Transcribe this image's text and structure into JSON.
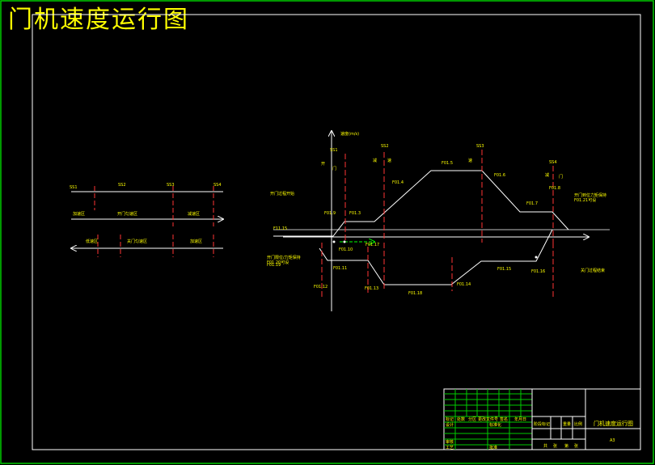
{
  "title": "门机速度运行图",
  "colors": {
    "background": "#000000",
    "border_outer": "#00cc00",
    "border_inner": "#ffffff",
    "text": "#ffff00",
    "dashed": "#ff3333",
    "arrow": "#00ff00"
  },
  "left_diagram": {
    "top_labels": [
      "SS1",
      "SS2",
      "SS3",
      "SS4"
    ],
    "open_labels": [
      "加速区",
      "开门匀速区",
      "减速区"
    ],
    "close_labels": [
      "低速区",
      "关门匀速区",
      "加速区"
    ]
  },
  "main_diagram": {
    "y_axis_label": "速度(m/s)",
    "labels": {
      "ss1": "SS1",
      "ss2": "SS2",
      "ss3": "SS3",
      "ss4": "SS4",
      "kai": "开",
      "men": "门",
      "men2": "门",
      "jian": "减",
      "su": "速",
      "p_left": "F11.15",
      "p01": "F01.9",
      "p02": "F01.3",
      "p03": "F01.4",
      "p04": "F01.5",
      "p05": "F01.6",
      "p06": "F01.7",
      "p07": "F01.8",
      "p08": "F01.10",
      "p09": "F01.11",
      "p10": "F01.12",
      "p11": "F01.13",
      "p12": "F01.14",
      "p13": "F01.15",
      "p14": "F01.16",
      "p15": "F01.17",
      "p_mid": "F01.18",
      "p_low": "F01.19",
      "note_open_start": "开门过程开始",
      "note_close_l1": "开门限位/力矩保持",
      "note_close_l2": "F01.20可设",
      "note_open_end_l1": "开门到位力矩保持",
      "note_open_end_l2": "F01.21可设",
      "note_close_end": "关门过程结束"
    }
  },
  "title_block": {
    "change_row": [
      "标记",
      "处数",
      "分区",
      "更改文件号",
      "签名",
      "年月日"
    ],
    "design": "设计",
    "standardized": "标准化",
    "review": "审核",
    "process": "工艺",
    "approve": "批准",
    "stage_headers": [
      "阶段标记",
      "重量",
      "比例"
    ],
    "sheet_info": [
      "共",
      "张",
      "第",
      "张"
    ],
    "drawing_name": "门机速度运行图",
    "code": "A3"
  }
}
